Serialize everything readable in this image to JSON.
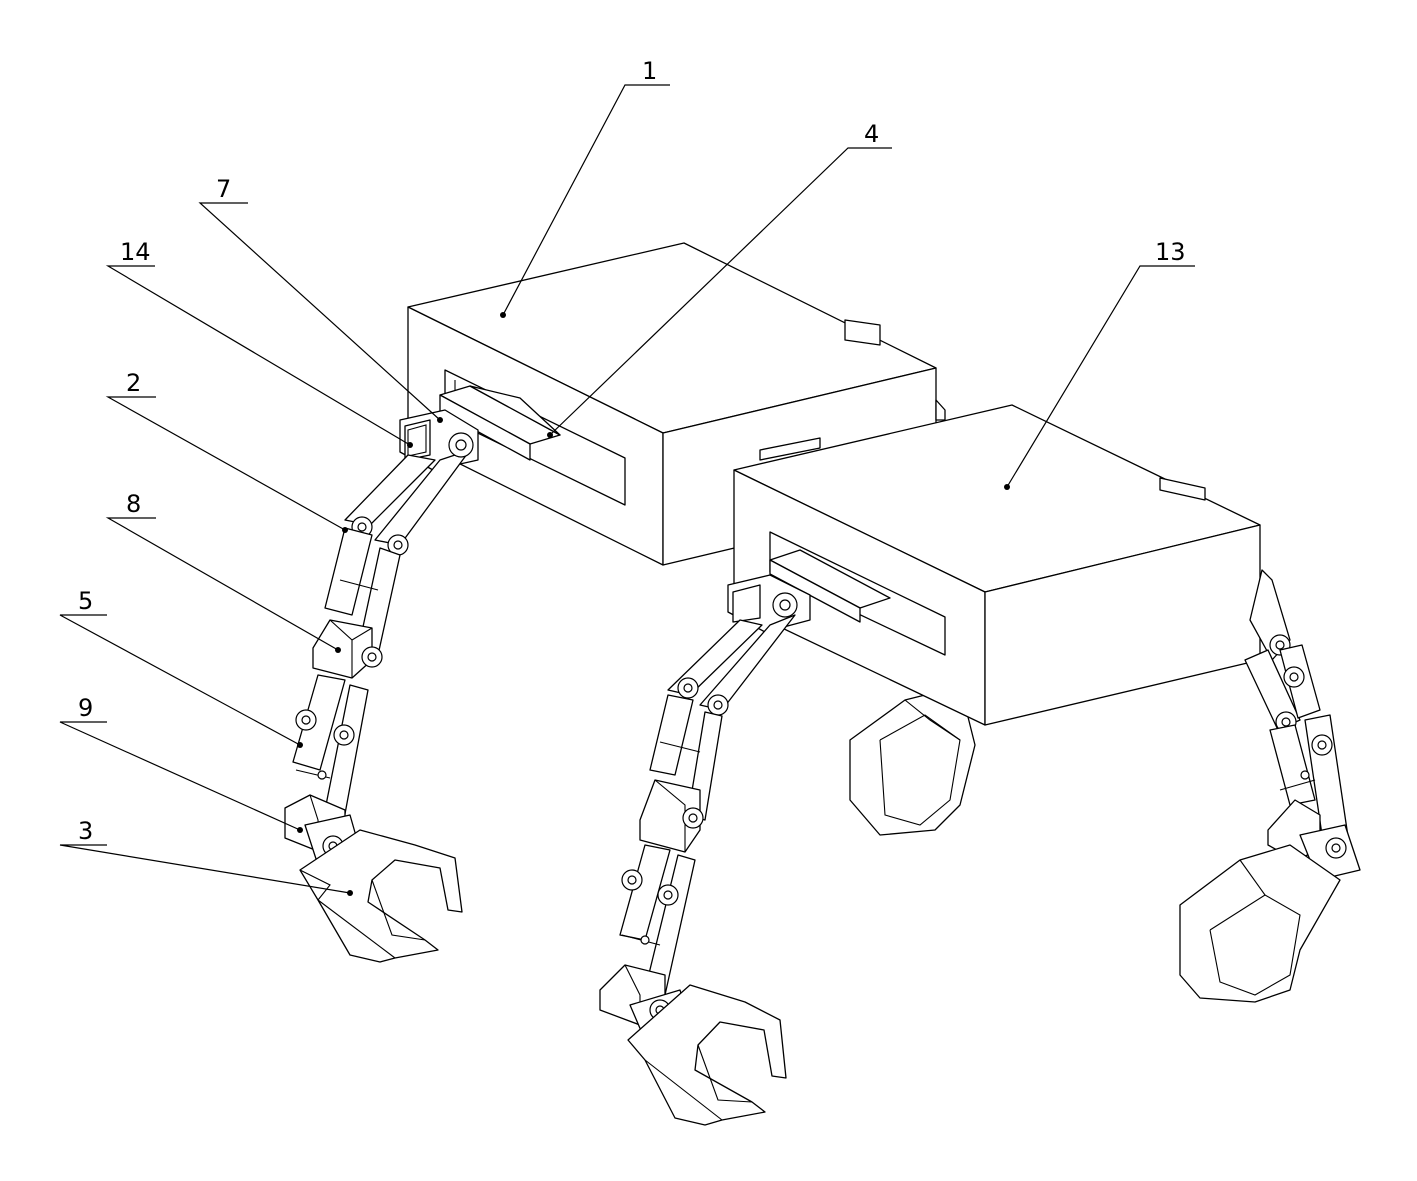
{
  "labels": [
    {
      "id": "1",
      "text": "1"
    },
    {
      "id": "4",
      "text": "4"
    },
    {
      "id": "7",
      "text": "7"
    },
    {
      "id": "14",
      "text": "14"
    },
    {
      "id": "13",
      "text": "13"
    },
    {
      "id": "2",
      "text": "2"
    },
    {
      "id": "8",
      "text": "8"
    },
    {
      "id": "5",
      "text": "5"
    },
    {
      "id": "9",
      "text": "9"
    },
    {
      "id": "3",
      "text": "3"
    }
  ]
}
